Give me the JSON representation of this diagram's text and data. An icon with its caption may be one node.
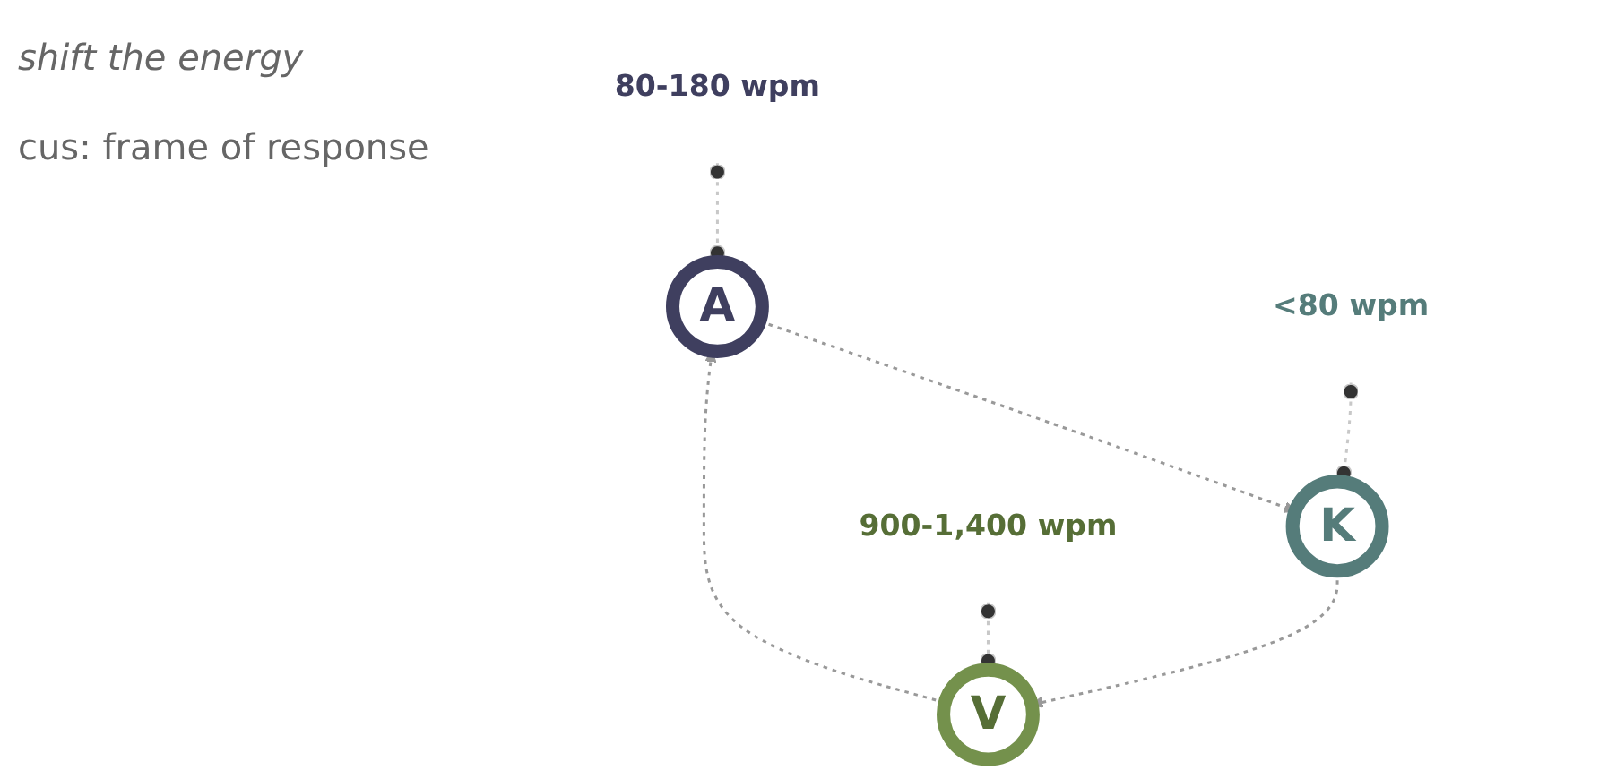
{
  "diagram": {
    "nodes": [
      {
        "text": [
          "80-180 wpm"
        ]
      },
      {
        "text": [
          "A"
        ]
      },
      {
        "text": [
          "V"
        ]
      },
      {
        "text": [
          "K"
        ]
      },
      {
        "text": [
          "<80 wpm"
        ]
      },
      {
        "text": [
          "900-1,400 wpm"
        ]
      }
    ],
    "edges": [
      {
        "from": 2,
        "to": 1,
        "arrow": "to",
        "style": "dashed"
      },
      {
        "from": 1,
        "to": 3,
        "arrow": "to",
        "style": "dashed"
      },
      {
        "from": 3,
        "to": 2,
        "arrow": "to",
        "style": "dashed"
      },
      {
        "from": 0,
        "to": 1,
        "arrow": "other",
        "style": "dashed",
        "color": "#c8c8c8"
      },
      {
        "from": 4,
        "to": 3,
        "arrow": "other",
        "style": "dashed",
        "color": "#c8c8c8"
      },
      {
        "from": 5,
        "to": 2,
        "arrow": "other",
        "style": "dashed",
        "color": "#c8c8c8"
      }
    ],
    "labels": [
      "shift the energy",
      "cus: frame of response"
    ]
  }
}
